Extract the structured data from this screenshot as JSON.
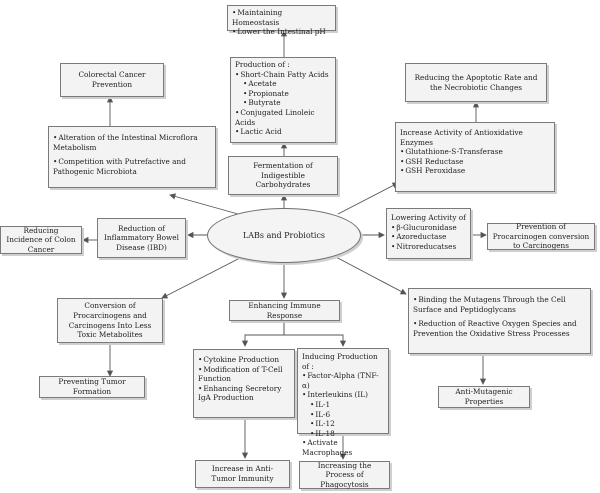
{
  "center": "LABs and Probiotics",
  "nodes": {
    "homeostasis": [
      "Maintaining Homeostasis",
      "Lower the Intestinal pH"
    ],
    "production": {
      "title": "Production of :",
      "items": [
        "Short-Chain Fatty Acids",
        "Acetate",
        "Propionate",
        "Butyrate",
        "Conjugated Linoleic Acids",
        "Lactic Acid"
      ]
    },
    "fermentation": "Fermentation of Indigestible Carbohydrates",
    "colorectal": "Colorectal Cancer Prevention",
    "microflora": [
      "Alteration of the Intestinal Microflora Metabolism",
      "Competition with Putrefactive and Pathogenic Microbiota"
    ],
    "apoptotic": "Reducing the Apoptotic Rate and the Necrobiotic Changes",
    "antioxidative": {
      "title": "Increase Activity of Antioxidative Enzymes",
      "items": [
        "Glutathione-S-Transferase",
        "GSH Reductase",
        "GSH Peroxidase"
      ]
    },
    "colon": "Reducing Incidence of Colon Cancer",
    "ibd": "Reduction of Inflammatory Bowel Disease (IBD)",
    "lowering": {
      "title": "Lowering Activity of",
      "items": [
        "β-Glucuronidase",
        "Azoreductase",
        "Nitroreducatses"
      ]
    },
    "procarcinogen_prev": "Prevention of Procarcinogen conversion to Carcinogens",
    "conversion": "Conversion of Procarcinogens and Carcinogens Into Less Toxic Metabolites",
    "immune": "Enhancing Immune Response",
    "mutagens": [
      "Binding the Mutagens Through the Cell Surface and Peptidoglycans",
      "Reduction of Reactive Oxygen Species and Prevention the Oxidative Stress Processes"
    ],
    "tumor_formation": "Preventing Tumor Formation",
    "cytokine": [
      "Cytokine Production",
      "Modification of T-Cell Function",
      "Enhancing Secretory IgA Production"
    ],
    "inducing": {
      "title": "Inducing Production of :",
      "items": [
        "Factor-Alpha (TNF-α)",
        "Interleukins (IL)",
        "IL-1",
        "IL-6",
        "IL-12",
        "IL-18",
        "Activate Macrophages"
      ]
    },
    "antimutagenic": "Anti-Mutagenic Properties",
    "antitumor": "Increase in Anti-Tumor Immunity",
    "phagocytosis": "Increasing the Process of Phagocytosis"
  },
  "colors": {
    "box_fill": "#f2f3f2",
    "border": "#7a7a7a",
    "arrow": "#555555"
  }
}
